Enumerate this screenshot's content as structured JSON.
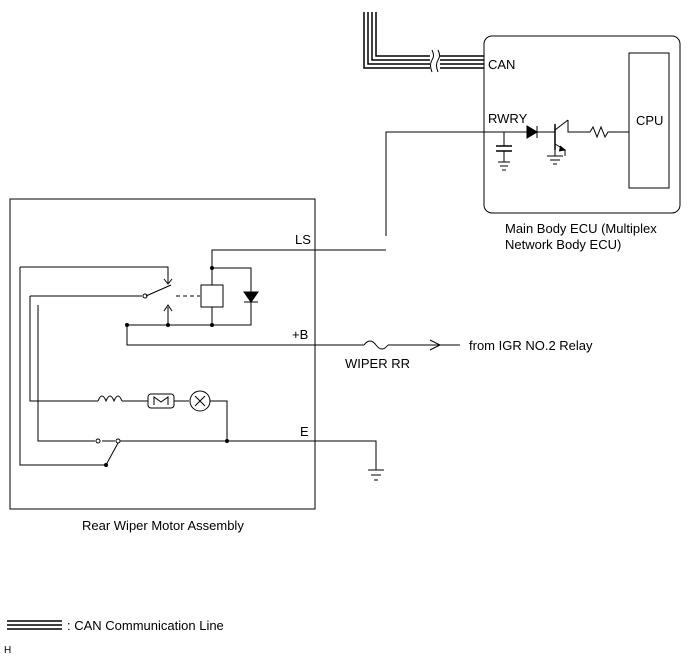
{
  "diagram": {
    "line_color": "#000000",
    "labels": {
      "can": "CAN",
      "rwry": "RWRY",
      "cpu": "CPU",
      "ecu_line1": "Main Body ECU (Multiplex",
      "ecu_line2": "Network Body ECU)",
      "ls": "LS",
      "plus_b": "+B",
      "wiper_rr": "WIPER RR",
      "from_igr": "from IGR NO.2 Relay",
      "e": "E",
      "assembly": "Rear Wiper Motor Assembly",
      "legend": ": CAN Communication Line",
      "corner_mark": "H"
    },
    "icons": {
      "motor": "M",
      "ground": "ground-icon",
      "fuse": "fuse-icon",
      "diode": "diode-icon",
      "coil": "coil-icon",
      "transistor": "transistor-icon",
      "resistor": "resistor-icon",
      "capacitor": "capacitor-icon"
    }
  }
}
